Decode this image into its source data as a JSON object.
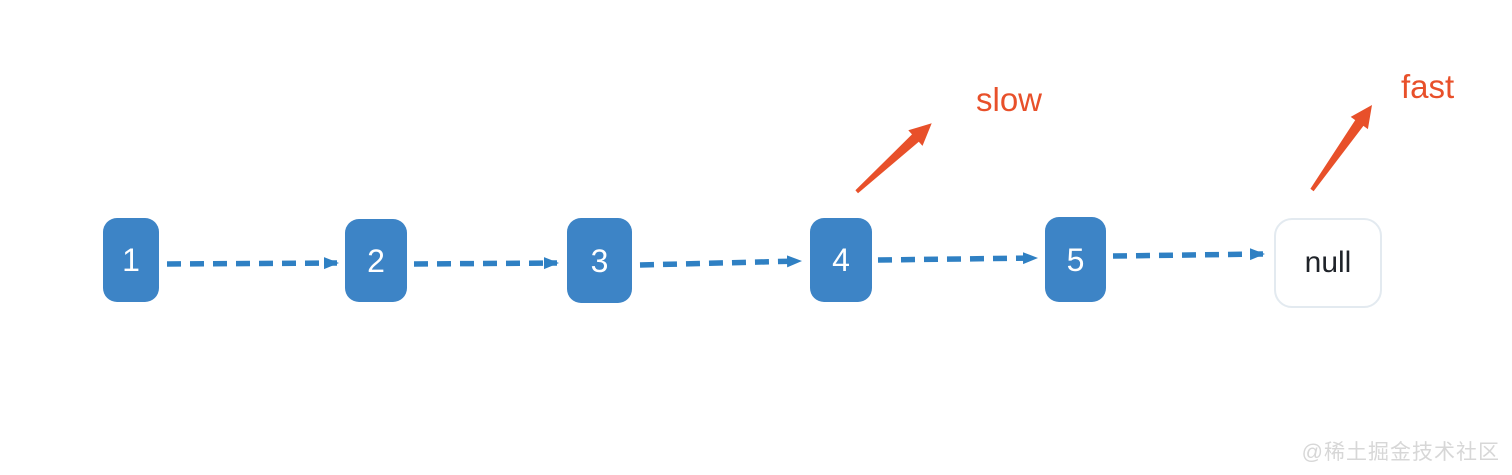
{
  "diagram": {
    "type": "linked-list",
    "nodes": [
      {
        "label": "1",
        "kind": "list-node"
      },
      {
        "label": "2",
        "kind": "list-node"
      },
      {
        "label": "3",
        "kind": "list-node"
      },
      {
        "label": "4",
        "kind": "list-node"
      },
      {
        "label": "5",
        "kind": "list-node"
      },
      {
        "label": "null",
        "kind": "null-node"
      }
    ],
    "pointers": [
      {
        "label": "slow",
        "points_from": "4"
      },
      {
        "label": "fast",
        "points_from": "null"
      }
    ],
    "colors": {
      "node_fill": "#3d84c6",
      "node_text": "#ffffff",
      "connector_blue": "#2f80c3",
      "pointer_orange": "#e8502a",
      "null_border": "#e3eaf0",
      "null_text": "#1f2329",
      "watermark_gray": "#d7d7d7"
    },
    "watermark": "@稀土掘金技术社区"
  }
}
